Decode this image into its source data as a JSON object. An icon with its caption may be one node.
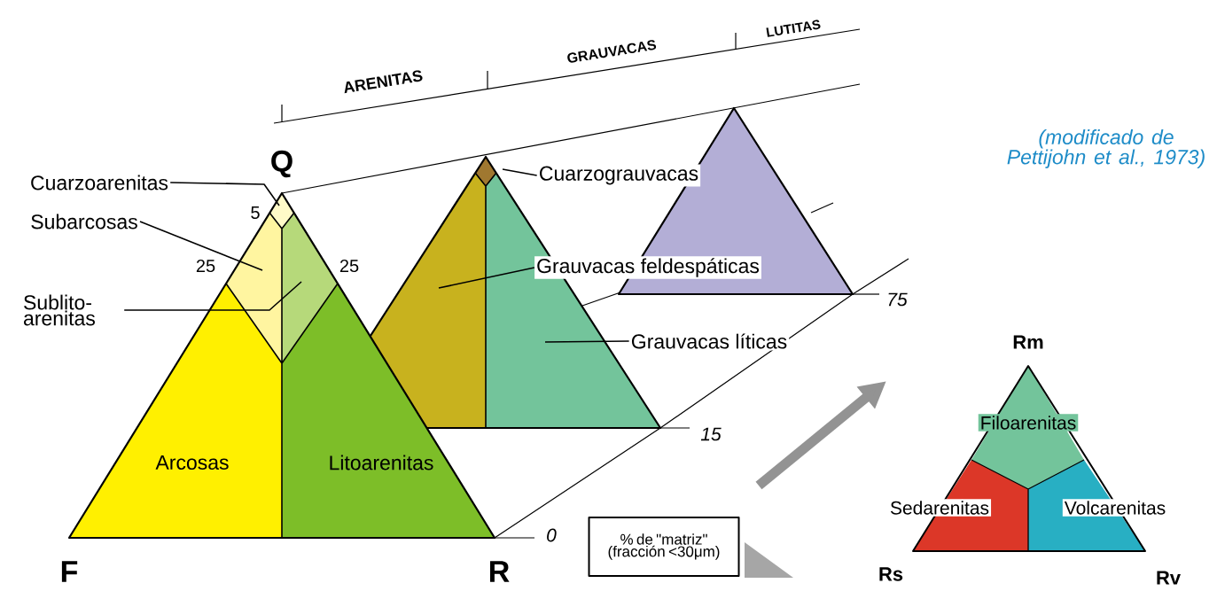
{
  "diagram": {
    "nodes": [
      {
        "text": [
          "Cuarzoarenitas"
        ]
      },
      {
        "text": [
          "Subarcosas"
        ]
      },
      {
        "text": [
          "Sublito- arenitas"
        ]
      },
      {
        "text": [
          "Arcosas"
        ]
      },
      {
        "text": [
          "Litoarenitas"
        ]
      },
      {
        "text": [
          "Cuarzograuvacas"
        ]
      },
      {
        "text": [
          "Grauvacas feldespáticas"
        ]
      },
      {
        "text": [
          "Grauvacas líticas"
        ]
      },
      {
        "text": [
          "% de \"matriz\" (fracción <30μm)"
        ]
      },
      {
        "text": [
          "Filoarenitas"
        ]
      },
      {
        "text": [
          "Sedarenitas"
        ]
      },
      {
        "text": [
          "Volcarenitas"
        ]
      }
    ],
    "edges": [
      {
        "from": 0,
        "to": null,
        "arrow": "none"
      },
      {
        "from": 1,
        "to": null,
        "arrow": "none"
      },
      {
        "from": 2,
        "to": null,
        "arrow": "none"
      },
      {
        "from": 5,
        "to": null,
        "arrow": "none"
      },
      {
        "from": 6,
        "to": null,
        "arrow": "none"
      },
      {
        "from": 7,
        "to": null,
        "arrow": "none"
      }
    ],
    "labels": [
      "LUTITAS",
      "GRAUVACAS",
      "ARENITAS",
      "Q",
      "(modificado de Pettijohn et al., 1973)",
      "5",
      "25",
      "25",
      "75",
      "Rm",
      "15",
      "0",
      "F",
      "R",
      "Rs",
      "Rv"
    ]
  }
}
